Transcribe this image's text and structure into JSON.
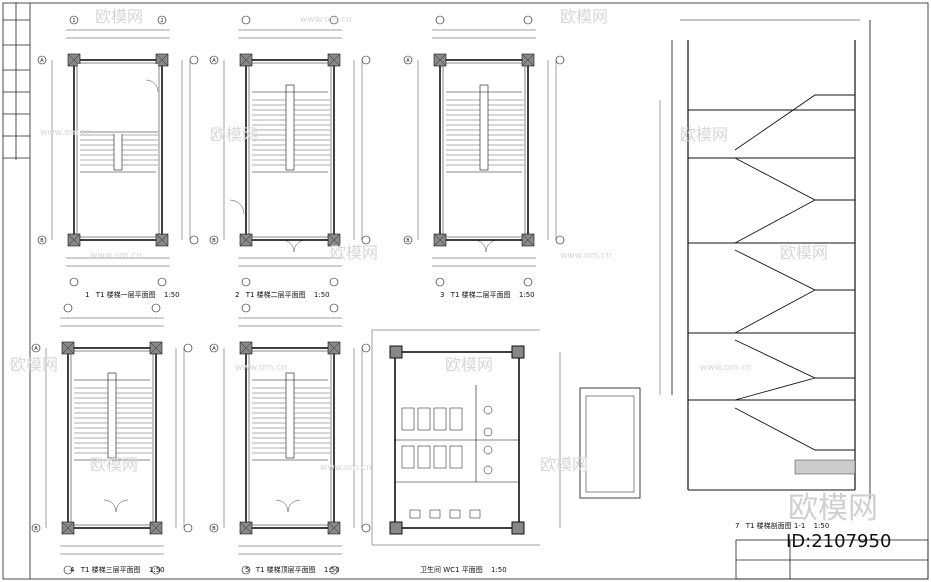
{
  "watermark": {
    "brand": "欧模网",
    "site": "www.om.cn",
    "corner_brand": "欧模网",
    "corner_id": "ID:2107950"
  },
  "drawings": {
    "plan1": {
      "num": "1",
      "title": "T1 楼梯一层平面图",
      "scale": "1:50"
    },
    "plan2": {
      "num": "2",
      "title": "T1 楼梯二层平面图",
      "scale": "1:50"
    },
    "plan3": {
      "num": "3",
      "title": "T1 楼梯二层平面图",
      "scale": "1:50"
    },
    "plan4": {
      "num": "4",
      "title": "T1 楼梯三层平面图",
      "scale": "1:50"
    },
    "plan5": {
      "num": "5",
      "title": "T1 楼梯顶层平面图",
      "scale": "1:50"
    },
    "plan6": {
      "title": "卫生间 WC1 平面图",
      "scale": "1:50"
    },
    "section": {
      "num": "7",
      "title": "T1 楼梯剖面图 1-1",
      "scale": "1:50"
    }
  },
  "axis_labels": {
    "a": "A",
    "b": "B",
    "one": "1",
    "two": "2"
  }
}
